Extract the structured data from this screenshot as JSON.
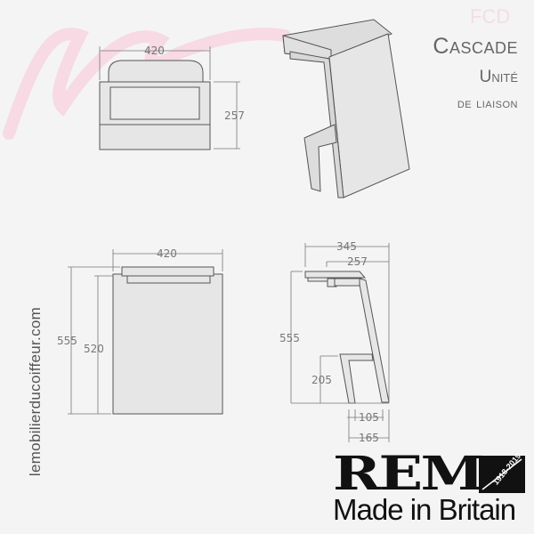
{
  "product": {
    "title": "Cascade",
    "subtitle_line1": "Unité",
    "subtitle_line2": "de liaison"
  },
  "watermark": "FCD",
  "website": "lemobilierducoiffeur.com",
  "brand": {
    "name": "REM",
    "years": "1918-2019",
    "tagline": "Made in Britain"
  },
  "dimensions": {
    "front_top": {
      "width": "420",
      "height": "257"
    },
    "front": {
      "width": "420",
      "height_total": "555",
      "height_panel": "520"
    },
    "side": {
      "depth": "345",
      "top_depth": "257",
      "height": "555",
      "footrest_height": "205",
      "leg_inner": "105",
      "leg_outer": "165"
    }
  },
  "colors": {
    "line": "#555555",
    "fill": "#e6e6e6",
    "accent": "#f5c9d9"
  }
}
